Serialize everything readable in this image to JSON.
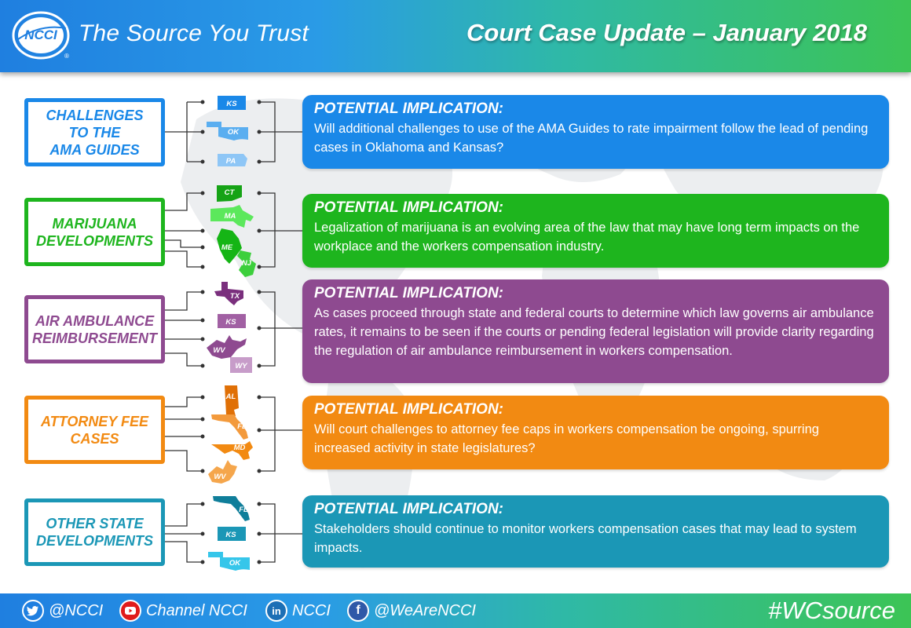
{
  "header": {
    "logo_text": "NCCI",
    "logo_mark": "®",
    "tagline": "The Source You Trust",
    "title": "Court Case Update – January 2018"
  },
  "colors": {
    "blue": "#1a88e8",
    "green": "#1eb51e",
    "purple": "#8e4a90",
    "orange": "#f28a12",
    "teal": "#1b97b6"
  },
  "sections": [
    {
      "category": "CHALLENGES\nTO THE\nAMA GUIDES",
      "states": [
        "KS",
        "OK",
        "PA"
      ],
      "heading": "POTENTIAL IMPLICATION:",
      "body": "Will additional challenges to use of the AMA Guides to rate impairment follow the lead of pending cases in Oklahoma and Kansas?"
    },
    {
      "category": "MARIJUANA\nDEVELOPMENTS",
      "states": [
        "CT",
        "MA",
        "ME",
        "NJ"
      ],
      "heading": "POTENTIAL IMPLICATION:",
      "body": "Legalization of marijuana is an evolving area of the law that may have long term impacts on the workplace and the workers compensation industry."
    },
    {
      "category": "AIR AMBULANCE\nREIMBURSEMENT",
      "states": [
        "TX",
        "KS",
        "WV",
        "WY"
      ],
      "heading": "POTENTIAL IMPLICATION:",
      "body": "As cases proceed through state and federal courts to determine which law governs air ambulance rates, it remains to be seen if the courts or pending federal legislation will provide clarity regarding the regulation of air ambulance reimbursement in workers compensation."
    },
    {
      "category": "ATTORNEY FEE\nCASES",
      "states": [
        "AL",
        "FL",
        "MD",
        "WV"
      ],
      "heading": "POTENTIAL IMPLICATION:",
      "body": "Will court challenges to attorney fee caps in workers compensation be ongoing, spurring increased activity in state legislatures?"
    },
    {
      "category": "OTHER STATE\nDEVELOPMENTS",
      "states": [
        "FL",
        "KS",
        "OK"
      ],
      "heading": "POTENTIAL IMPLICATION:",
      "body": "Stakeholders should continue to monitor workers compensation cases that may lead to system impacts."
    }
  ],
  "footer": {
    "twitter_icon": "twitter-icon",
    "twitter": "@NCCI",
    "youtube_icon": "youtube-icon",
    "youtube": "Channel NCCI",
    "linkedin_icon": "linkedin-icon",
    "linkedin_glyph": "in",
    "linkedin": "NCCI",
    "facebook_icon": "facebook-icon",
    "facebook_glyph": "f",
    "facebook": "@WeAreNCCI",
    "hashtag": "#WCsource"
  }
}
